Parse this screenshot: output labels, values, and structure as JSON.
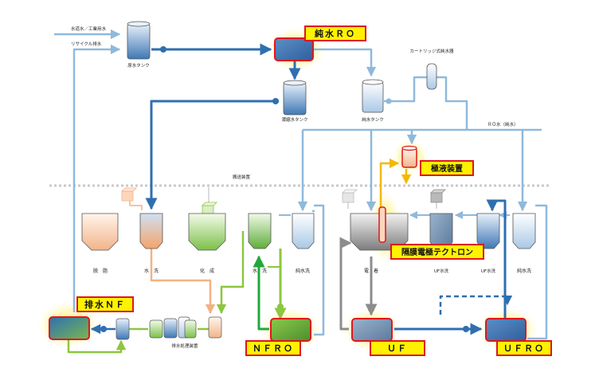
{
  "labels": {
    "city_water": "水道水／工業用水",
    "recycle_drain": "リサイクル排水",
    "raw_water_tank": "原水タンク",
    "concentrate_tank": "濃縮水タンク",
    "pure_water_tank": "純水タンク",
    "cartridge_purifier": "カートリッジ式純水器",
    "ro_water": "ＲＯ水（純水）",
    "conveyor": "搬送装置",
    "degrease": "脱　脂",
    "rinse1": "水　洗",
    "chemical": "化　成",
    "rinse2": "水　洗",
    "pure_rinse1": "純水洗",
    "electrodeposit": "電　着",
    "uf_rinse1": "UF水洗",
    "uf_rinse2": "UF水洗",
    "pure_rinse2": "純水洗",
    "drain_treatment": "排水処理装置"
  },
  "callouts": {
    "pure_ro": "純水ＲＯ",
    "electrode_liquid": "極液装置",
    "membrane_electrode": "隔膜電極テクトロン",
    "drain_nf": "排水ＮＦ",
    "nfro": "ＮＦＲＯ",
    "uf": "ＵＦ",
    "ufro": "ＵＦＲＯ"
  },
  "colors": {
    "light_blue_line": "#8fb9dc",
    "dark_blue_line": "#2f6fb0",
    "green_line": "#8dc63f",
    "bright_green_line": "#22a83a",
    "orange_line": "#f4b183",
    "yellow_line": "#f5b800",
    "gray_line": "#8c8c8c",
    "callout_border": "#e0161b",
    "callout_fill": "#fff200",
    "glow": "#fff26a"
  }
}
